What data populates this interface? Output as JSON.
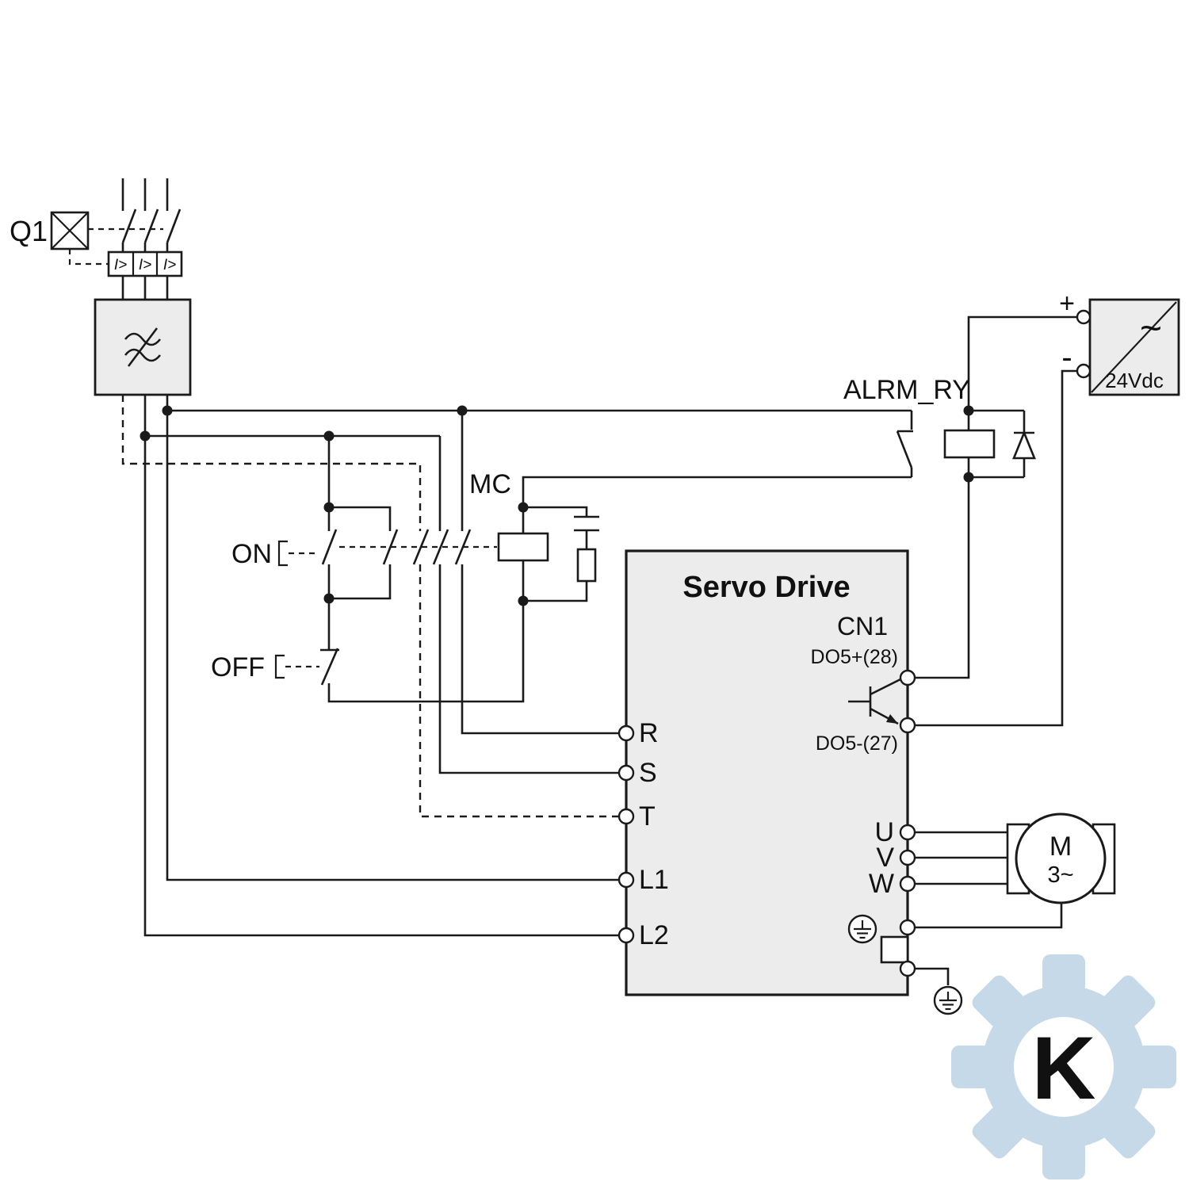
{
  "diagram": {
    "type": "servo-drive-wiring-schematic",
    "labels": {
      "breaker": "Q1",
      "on_button": "ON",
      "off_button": "OFF",
      "contactor": "MC",
      "alarm_relay": "ALRM_RY",
      "connector": "CN1",
      "do5_plus": "DO5+(28)",
      "do5_minus": "DO5-(27)",
      "drive_title": "Servo Drive",
      "terminals_left": [
        "R",
        "S",
        "T",
        "L1",
        "L2"
      ],
      "terminals_right": [
        "U",
        "V",
        "W"
      ],
      "motor_letter": "M",
      "motor_phase": "3~",
      "psu_ac_symbol": "~",
      "psu_plus": "+",
      "psu_minus": "-",
      "psu_label": "24Vdc",
      "overcurrent": [
        "I>",
        "I>",
        "I>"
      ],
      "watermark_letter": "K"
    },
    "colors": {
      "wire": "#1a1a1a",
      "component_fill": "#ececec",
      "watermark": "#c6d9e9"
    }
  }
}
